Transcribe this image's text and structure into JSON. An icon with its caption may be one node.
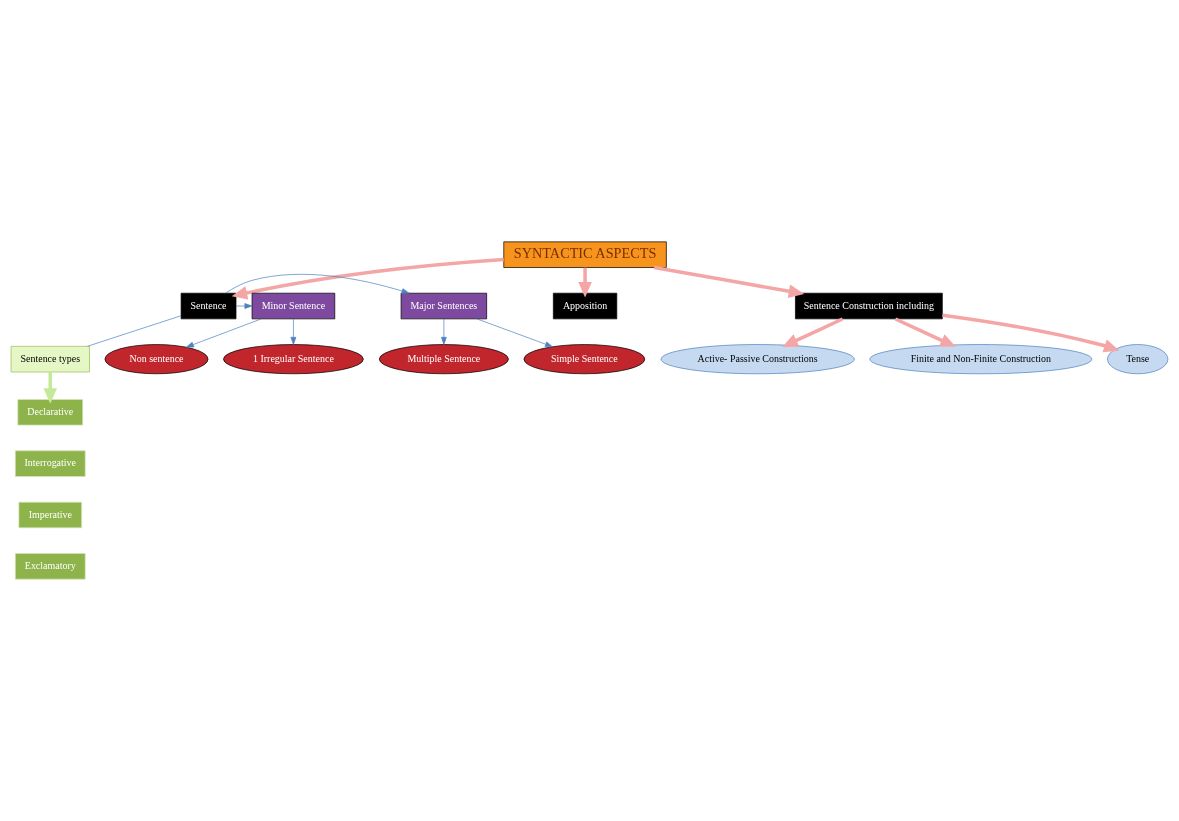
{
  "diagram": {
    "nodes": [
      {
        "text": [
          "SYNTACTIC ASPECTS"
        ]
      },
      {
        "text": [
          "Sentence"
        ]
      },
      {
        "text": [
          "Sentence types"
        ]
      },
      {
        "text": [
          "Declarative"
        ]
      },
      {
        "text": [
          "Interrogative"
        ]
      },
      {
        "text": [
          "Imperative"
        ]
      },
      {
        "text": [
          "Exclamatory"
        ]
      },
      {
        "text": [
          "Major Sentences"
        ]
      },
      {
        "text": [
          "Minor Sentence"
        ]
      },
      {
        "text": [
          "Simple Sentence"
        ]
      },
      {
        "text": [
          "Multiple Sentence"
        ]
      },
      {
        "text": [
          "1 Irregular Sentence"
        ]
      },
      {
        "text": [
          "Non sentence"
        ]
      },
      {
        "text": [
          "Sentence Construction including"
        ]
      },
      {
        "text": [
          "Apposition"
        ]
      },
      {
        "text": [
          "Finite and Non-Finite Construction"
        ]
      },
      {
        "text": [
          "Tense"
        ]
      },
      {
        "text": [
          "Active- Passive Constructions"
        ]
      }
    ],
    "edges": [
      {
        "from": 0,
        "to": 1,
        "arrow": "to",
        "style": "thick",
        "color": "#f4a6a6"
      },
      {
        "from": 0,
        "to": 13,
        "arrow": "to",
        "style": "thick",
        "color": "#f4a6a6"
      },
      {
        "from": 0,
        "to": 14,
        "arrow": "to",
        "style": "thick",
        "color": "#f4a6a6"
      },
      {
        "from": 1,
        "to": 2,
        "arrow": "none"
      },
      {
        "from": 2,
        "to": 3,
        "arrow": "to",
        "style": "thick",
        "color": "#c6e89a"
      },
      {
        "from": 1,
        "to": 7,
        "arrow": "to"
      },
      {
        "from": 1,
        "to": 8,
        "arrow": "to"
      },
      {
        "from": 7,
        "to": 9,
        "arrow": "to"
      },
      {
        "from": 7,
        "to": 10,
        "arrow": "to"
      },
      {
        "from": 8,
        "to": 11,
        "arrow": "to"
      },
      {
        "from": 8,
        "to": 12,
        "arrow": "to"
      },
      {
        "from": 13,
        "to": 15,
        "arrow": "to",
        "style": "thick",
        "color": "#f4a6a6"
      },
      {
        "from": 13,
        "to": 16,
        "arrow": "to",
        "style": "thick",
        "color": "#f4a6a6"
      },
      {
        "from": 13,
        "to": 17,
        "arrow": "to",
        "style": "thick",
        "color": "#f4a6a6"
      }
    ]
  }
}
